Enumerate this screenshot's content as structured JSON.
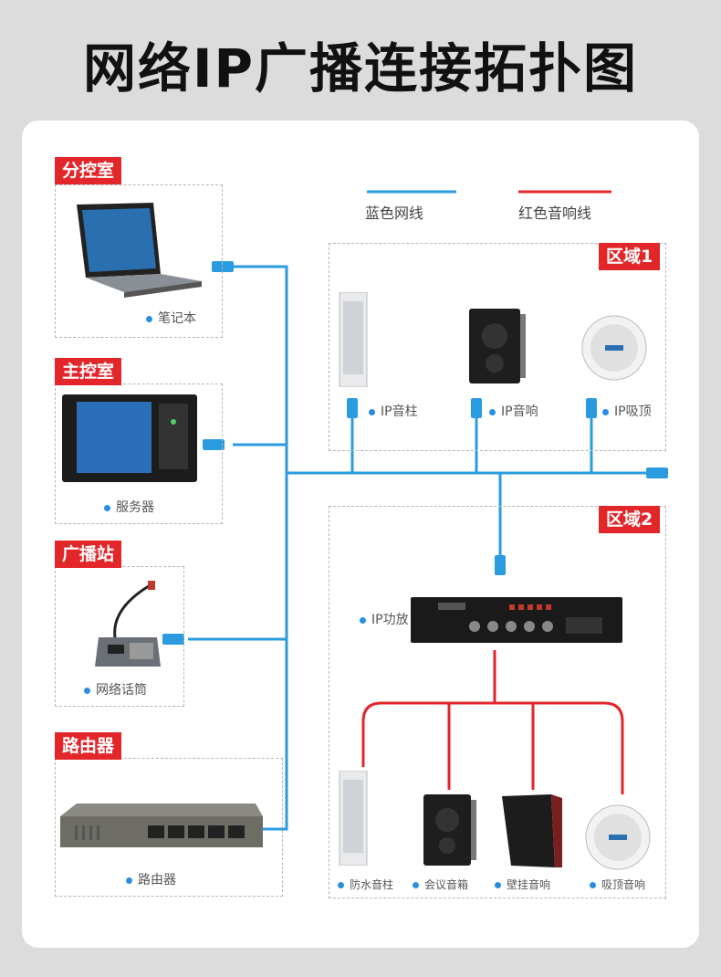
{
  "title": "网络IP广播连接拓扑图",
  "legend": {
    "blue": "蓝色网线",
    "red": "红色音响线"
  },
  "colors": {
    "blue_cable": "#2b9be0",
    "red_cable": "#e3262a",
    "tag": "#e3262a"
  },
  "left_groups": [
    {
      "tag": "分控室",
      "device": "笔记本"
    },
    {
      "tag": "主控室",
      "device": "服务器"
    },
    {
      "tag": "广播站",
      "device": "网络话筒"
    },
    {
      "tag": "路由器",
      "device": "路由器"
    }
  ],
  "zone1": {
    "tag": "区域1",
    "devices": [
      "IP音柱",
      "IP音响",
      "IP吸顶"
    ]
  },
  "zone2": {
    "tag": "区域2",
    "amp": "IP功放",
    "speakers": [
      "防水音柱",
      "会议音箱",
      "壁挂音响",
      "吸顶音响"
    ]
  }
}
